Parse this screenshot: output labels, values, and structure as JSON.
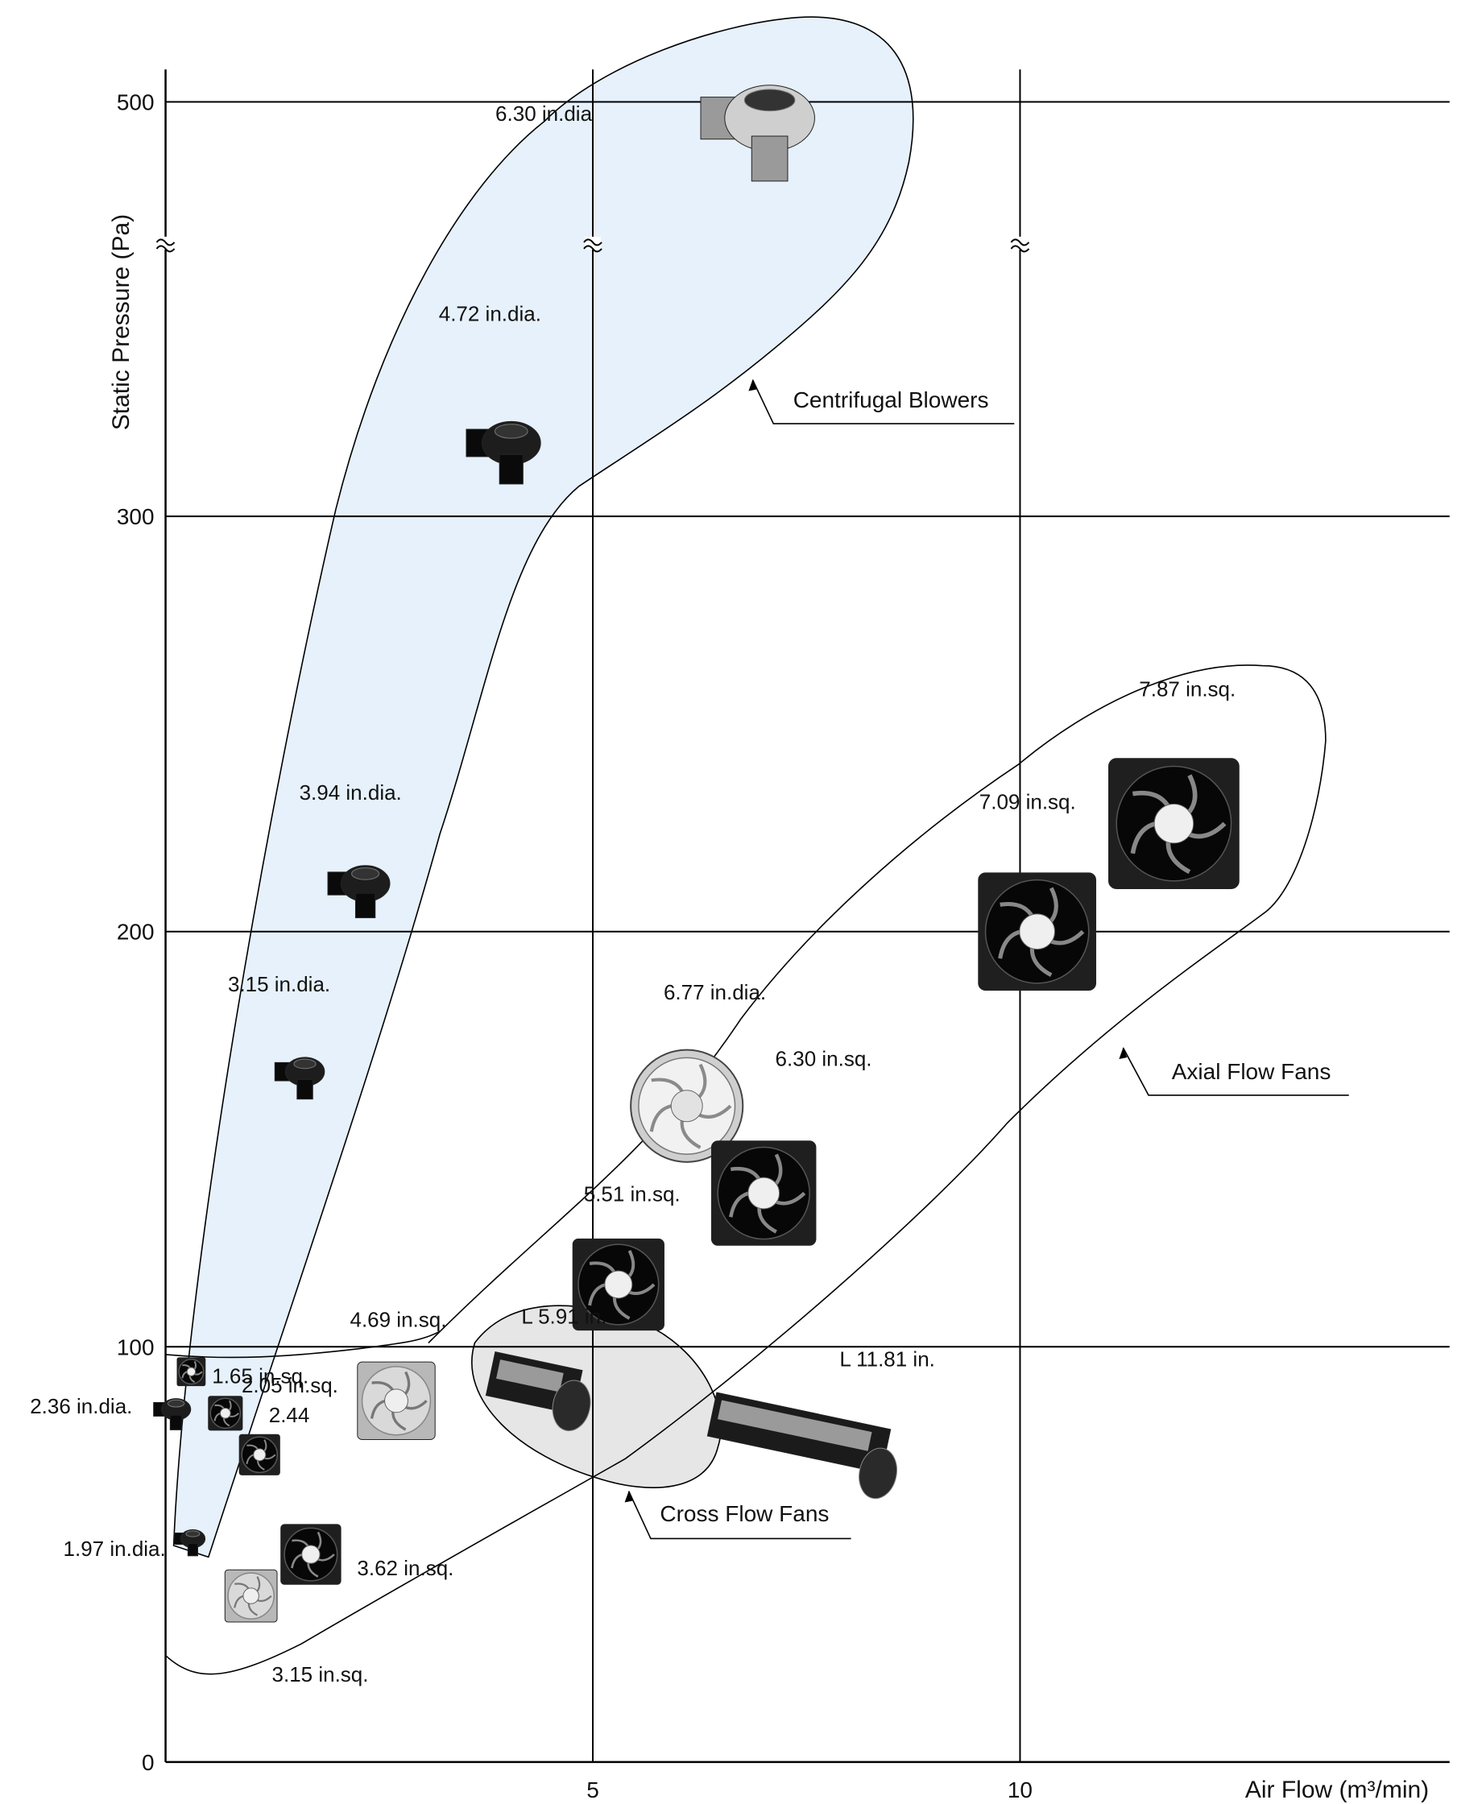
{
  "chart_data": {
    "type": "scatter",
    "title": "",
    "xlabel": "Air Flow (m³/min)",
    "ylabel": "Static Pressure (Pa)",
    "xlim": [
      0,
      15
    ],
    "ylim": [
      0,
      500
    ],
    "y_axis_break": true,
    "grid": true,
    "x_ticks": [
      {
        "value": 5,
        "label": "5"
      },
      {
        "value": 10,
        "label": "10"
      }
    ],
    "y_ticks": [
      {
        "value": 0,
        "label": "0"
      },
      {
        "value": 100,
        "label": "100"
      },
      {
        "value": 200,
        "label": "200"
      },
      {
        "value": 300,
        "label": "300"
      },
      {
        "value": 500,
        "label": "500"
      }
    ],
    "colors": {
      "centrifugal_fill": "#e6f1fb",
      "cross_flow_fill": "#e6e6e6",
      "product_dark": "#1f1f1f",
      "product_light": "#b8b8b8"
    },
    "groups": [
      {
        "name": "Centrifugal Blowers",
        "items": [
          {
            "label": "1.97 in.dia.",
            "x": 0.3,
            "y": 53,
            "shade": "dark"
          },
          {
            "label": "2.36 in.dia.",
            "x": 0.1,
            "y": 84,
            "shade": "dark"
          },
          {
            "label": "3.15 in.dia.",
            "x": 1.6,
            "y": 165,
            "shade": "dark"
          },
          {
            "label": "3.94 in.dia.",
            "x": 2.3,
            "y": 210,
            "shade": "dark"
          },
          {
            "label": "4.72 in.dia.",
            "x": 4.0,
            "y": 324,
            "shade": "dark"
          },
          {
            "label": "6.30 in.dia",
            "x": 7.0,
            "y": 480,
            "shade": "light"
          }
        ]
      },
      {
        "name": "Axial Flow Fans",
        "items": [
          {
            "label": "1.65 in.sq.",
            "x": 0.3,
            "y": 94,
            "shade": "dark"
          },
          {
            "label": "2.05 in.sq.",
            "x": 0.7,
            "y": 84,
            "shade": "dark"
          },
          {
            "label": "2.44",
            "x": 1.1,
            "y": 74,
            "shade": "dark"
          },
          {
            "label": "3.15 in.sq.",
            "x": 1.0,
            "y": 40,
            "shade": "light"
          },
          {
            "label": "3.62 in.sq.",
            "x": 1.7,
            "y": 50,
            "shade": "dark"
          },
          {
            "label": "4.69 in.sq.",
            "x": 2.7,
            "y": 87,
            "shade": "light"
          },
          {
            "label": "5.51 in.sq.",
            "x": 5.3,
            "y": 115,
            "shade": "dark"
          },
          {
            "label": "6.77 in.dia.",
            "x": 6.1,
            "y": 158,
            "shade": "light"
          },
          {
            "label": "6.30 in.sq.",
            "x": 7.0,
            "y": 137,
            "shade": "dark"
          },
          {
            "label": "7.09 in.sq.",
            "x": 10.2,
            "y": 200,
            "shade": "dark"
          },
          {
            "label": "7.87 in.sq.",
            "x": 11.8,
            "y": 226,
            "shade": "dark"
          }
        ]
      },
      {
        "name": "Cross Flow Fans",
        "items": [
          {
            "label": "L 5.91 in.",
            "x": 4.3,
            "y": 90,
            "shade": "dark"
          },
          {
            "label": "L 11.81 in.",
            "x": 7.4,
            "y": 78,
            "shade": "dark"
          }
        ]
      }
    ]
  }
}
